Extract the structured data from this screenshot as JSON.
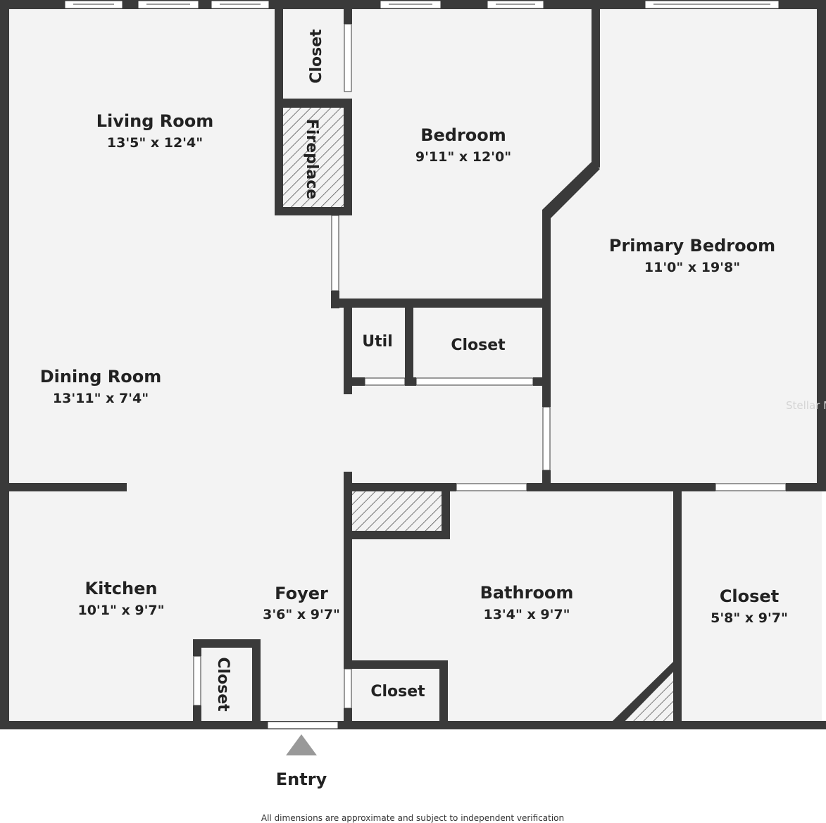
{
  "rooms": {
    "living_room": {
      "name": "Living Room",
      "dims": "13'5\" x 12'4\""
    },
    "bedroom": {
      "name": "Bedroom",
      "dims": "9'11\" x 12'0\""
    },
    "primary_bedroom": {
      "name": "Primary Bedroom",
      "dims": "11'0\" x 19'8\""
    },
    "dining_room": {
      "name": "Dining Room",
      "dims": "13'11\" x 7'4\""
    },
    "kitchen": {
      "name": "Kitchen",
      "dims": "10'1\" x 9'7\""
    },
    "foyer": {
      "name": "Foyer",
      "dims": "3'6\" x 9'7\""
    },
    "bathroom": {
      "name": "Bathroom",
      "dims": "13'4\" x 9'7\""
    },
    "closet_right": {
      "name": "Closet",
      "dims": "5'8\" x 9'7\""
    }
  },
  "small_rooms": {
    "closet_top": "Closet",
    "fireplace": "Fireplace",
    "util": "Util",
    "closet_mid": "Closet",
    "closet_bath": "Closet",
    "closet_kitchen": "Closet"
  },
  "entry_label": "Entry",
  "disclaimer": "All dimensions are approximate and subject to independent verification",
  "watermark": "Stellar M",
  "colors": {
    "floor": "#f3f3f3",
    "wall": "#3a3a3a",
    "window": "#ffffff",
    "hatch": "#555555",
    "entry_arrow": "#999999"
  }
}
